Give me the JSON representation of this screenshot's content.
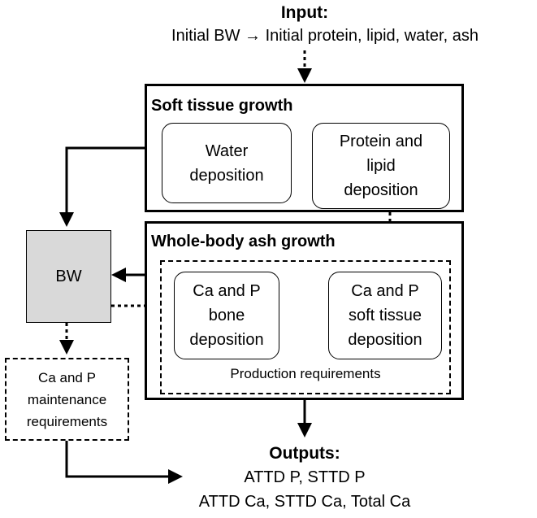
{
  "input": {
    "title": "Input:",
    "text": "Initial BW → Initial protein, lipid, water, ash"
  },
  "soft_tissue": {
    "title": "Soft tissue growth",
    "water_box": [
      "Water",
      "deposition"
    ],
    "protein_box": [
      "Protein and",
      "lipid",
      "deposition"
    ]
  },
  "ash": {
    "title": "Whole-body ash growth",
    "bone_box": [
      "Ca and P",
      "bone",
      "deposition"
    ],
    "soft_box": [
      "Ca and P",
      "soft tissue",
      "deposition"
    ],
    "production_label": "Production requirements"
  },
  "bw": {
    "label": "BW"
  },
  "maintenance": {
    "lines": [
      "Ca and P",
      "maintenance",
      "requirements"
    ]
  },
  "outputs": {
    "title": "Outputs:",
    "line1": "ATTD P, STTD P",
    "line2": "ATTD Ca, STTD Ca, Total Ca"
  }
}
